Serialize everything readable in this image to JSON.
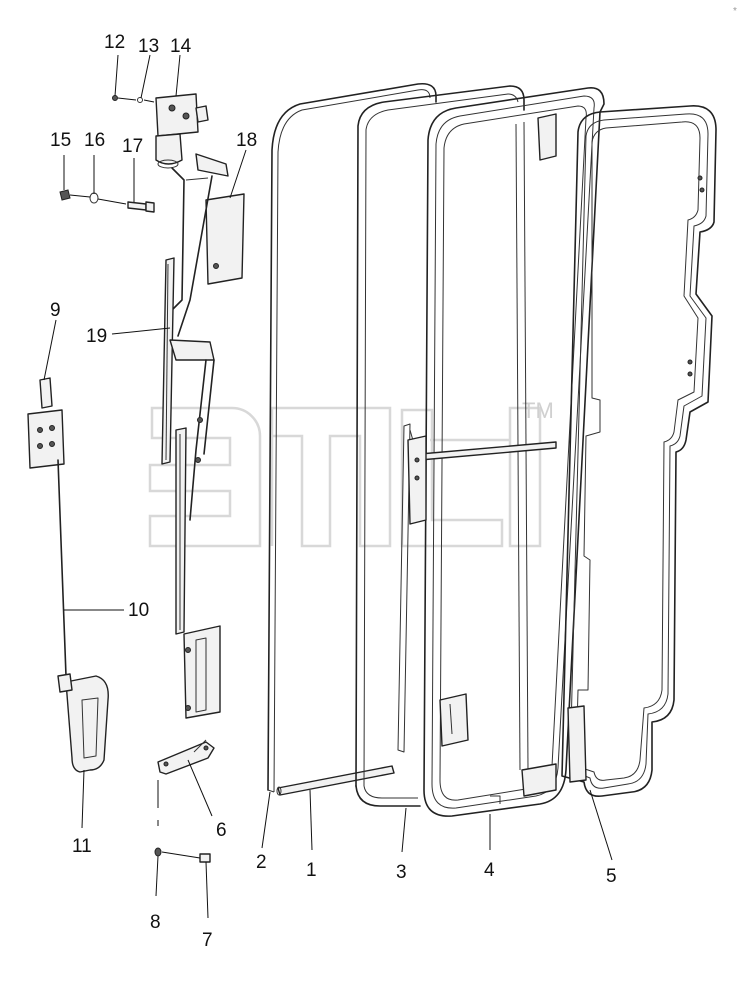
{
  "watermark": {
    "tm": "TM"
  },
  "corner_mark": "*",
  "callouts": [
    {
      "id": "1",
      "label": "1"
    },
    {
      "id": "2",
      "label": "2"
    },
    {
      "id": "3",
      "label": "3"
    },
    {
      "id": "4",
      "label": "4"
    },
    {
      "id": "5",
      "label": "5"
    },
    {
      "id": "6",
      "label": "6"
    },
    {
      "id": "7",
      "label": "7"
    },
    {
      "id": "8",
      "label": "8"
    },
    {
      "id": "9",
      "label": "9"
    },
    {
      "id": "10",
      "label": "10"
    },
    {
      "id": "11",
      "label": "11"
    },
    {
      "id": "12",
      "label": "12"
    },
    {
      "id": "13",
      "label": "13"
    },
    {
      "id": "14",
      "label": "14"
    },
    {
      "id": "15",
      "label": "15"
    },
    {
      "id": "16",
      "label": "16"
    },
    {
      "id": "17",
      "label": "17"
    },
    {
      "id": "18",
      "label": "18"
    },
    {
      "id": "19",
      "label": "19"
    }
  ]
}
